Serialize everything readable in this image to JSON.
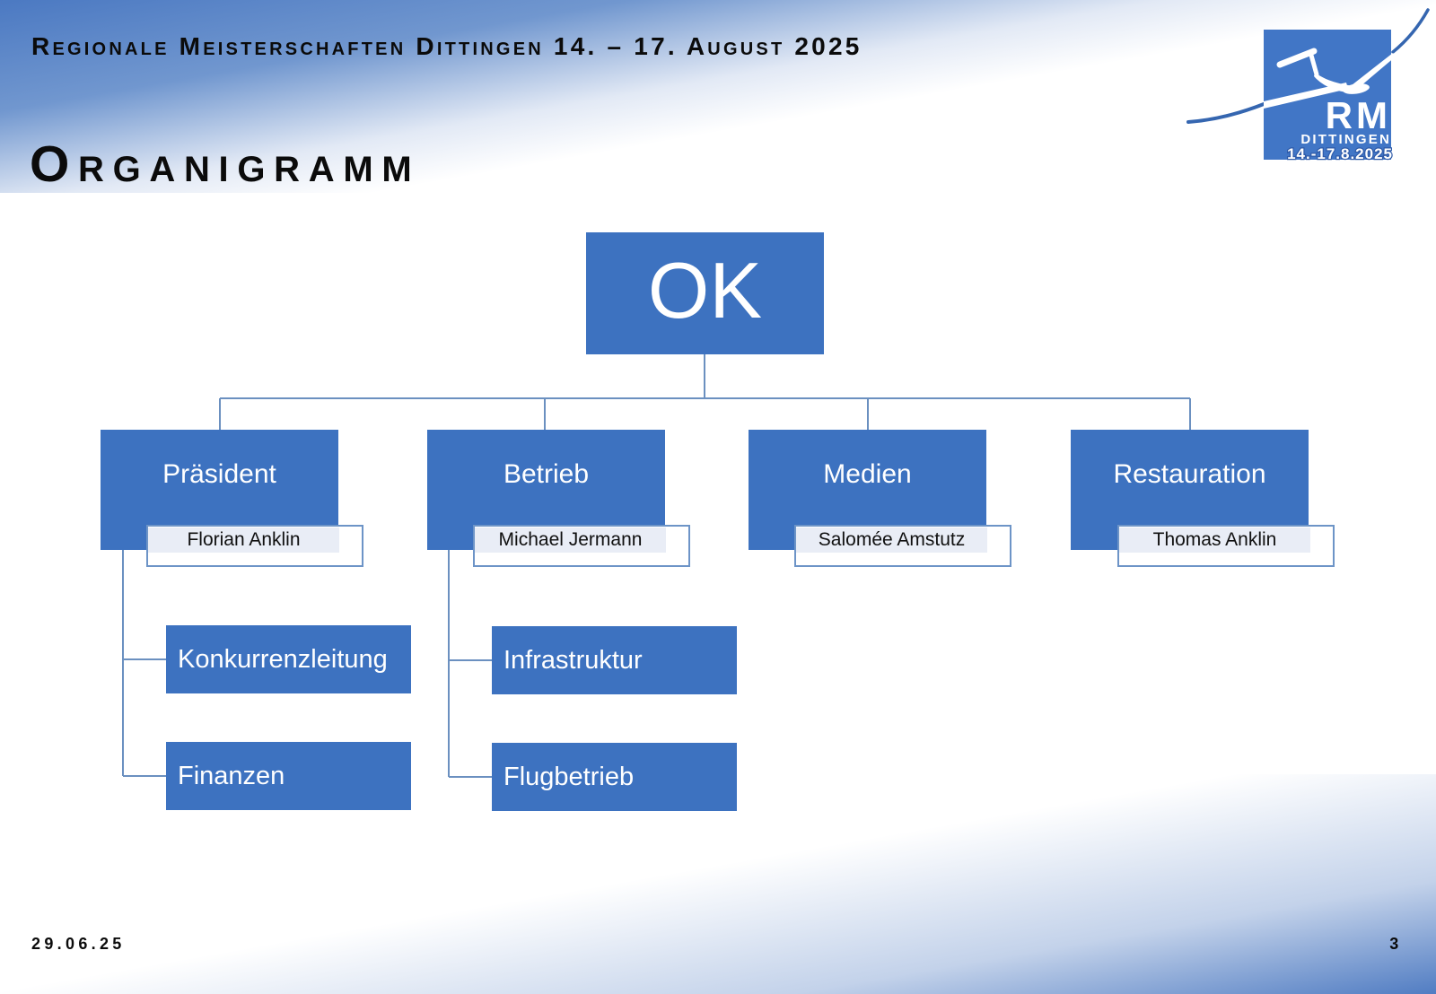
{
  "slide": {
    "header_title": "Regionale Meisterschaften Dittingen 14. – 17. August 2025",
    "page_title": "Organigramm",
    "footer_date": "29.06.25",
    "page_number": "3"
  },
  "logo": {
    "rm": "RM",
    "location": "Dittingen",
    "dates": "14.-17.8.2025",
    "description": "glider-logo"
  },
  "org": {
    "root_label": "OK",
    "departments": [
      {
        "label": "Präsident",
        "name": "Florian Anklin",
        "children": [
          "Konkurrenzleitung",
          "Finanzen"
        ]
      },
      {
        "label": "Betrieb",
        "name": "Michael Jermann",
        "children": [
          "Infrastruktur",
          "Flugbetrieb"
        ]
      },
      {
        "label": "Medien",
        "name": "Salomée Amstutz",
        "children": []
      },
      {
        "label": "Restauration",
        "name": "Thomas Anklin",
        "children": []
      }
    ]
  },
  "colors": {
    "box_blue": "#3d72c0",
    "plate_border": "#6d94c7",
    "plate_band": "#e9edf6",
    "connector": "#6b90c0",
    "gradient_blue": "#4b79c2",
    "logo_square": "#4176c6",
    "logo_swoosh": "#3566b0"
  }
}
